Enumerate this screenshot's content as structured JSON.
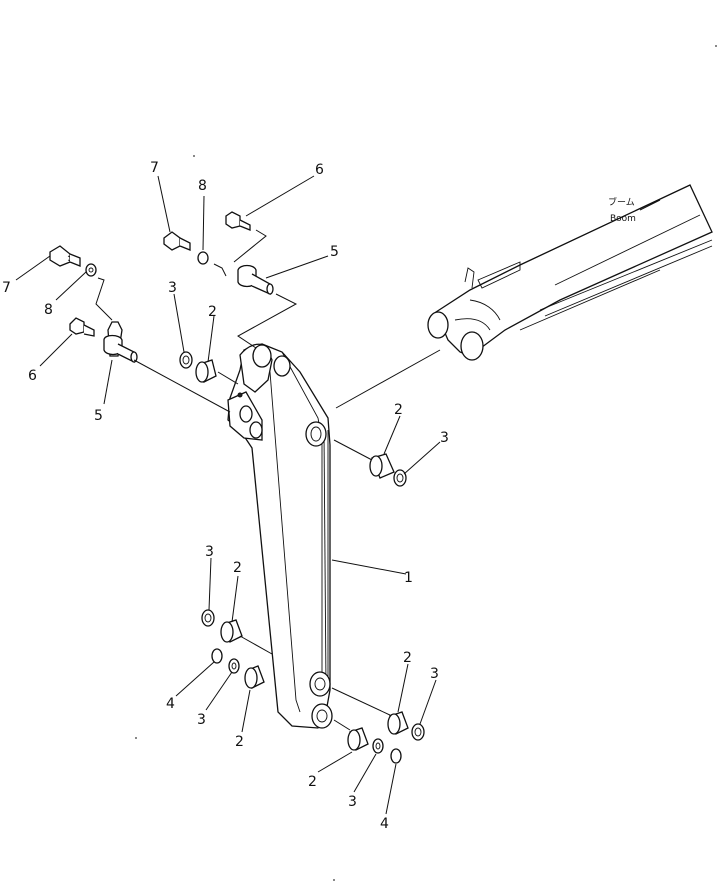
{
  "boom": {
    "label_jp": "ブーム",
    "label_en": "Boom"
  },
  "callouts": [
    {
      "id": "c-1",
      "text": "1"
    },
    {
      "id": "c-2a",
      "text": "2"
    },
    {
      "id": "c-2b",
      "text": "2"
    },
    {
      "id": "c-2c",
      "text": "2"
    },
    {
      "id": "c-2d",
      "text": "2"
    },
    {
      "id": "c-2e",
      "text": "2"
    },
    {
      "id": "c-2f",
      "text": "2"
    },
    {
      "id": "c-3a",
      "text": "3"
    },
    {
      "id": "c-3b",
      "text": "3"
    },
    {
      "id": "c-3c",
      "text": "3"
    },
    {
      "id": "c-3d",
      "text": "3"
    },
    {
      "id": "c-3e",
      "text": "3"
    },
    {
      "id": "c-3f",
      "text": "3"
    },
    {
      "id": "c-4a",
      "text": "4"
    },
    {
      "id": "c-4b",
      "text": "4"
    },
    {
      "id": "c-5a",
      "text": "5"
    },
    {
      "id": "c-5b",
      "text": "5"
    },
    {
      "id": "c-6a",
      "text": "6"
    },
    {
      "id": "c-6b",
      "text": "6"
    },
    {
      "id": "c-7a",
      "text": "7"
    },
    {
      "id": "c-7b",
      "text": "7"
    },
    {
      "id": "c-8a",
      "text": "8"
    },
    {
      "id": "c-8b",
      "text": "8"
    }
  ]
}
